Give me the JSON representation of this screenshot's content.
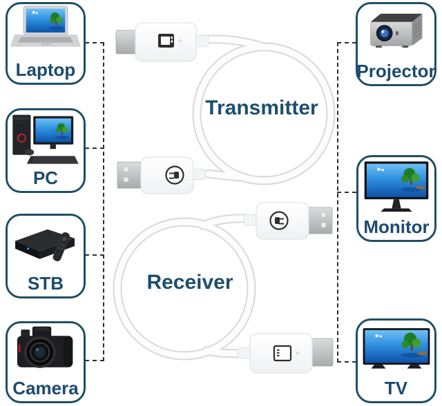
{
  "diagram": {
    "sources": [
      {
        "label": "Laptop",
        "image": "laptop"
      },
      {
        "label": "PC",
        "image": "desktop-pc"
      },
      {
        "label": "STB",
        "image": "set-top-box"
      },
      {
        "label": "Camera",
        "image": "dslr-camera"
      }
    ],
    "displays": [
      {
        "label": "Projector",
        "image": "projector"
      },
      {
        "label": "Monitor",
        "image": "monitor"
      },
      {
        "label": "TV",
        "image": "tv"
      }
    ],
    "transmitter_label": "Transmitter",
    "receiver_label": "Receiver"
  },
  "icons": {
    "hdmi_port_icon": "hdmi-port",
    "power_plug_icon": "power-plug",
    "display_icon": "display-screen"
  },
  "colors": {
    "box_border": "#1f4f66",
    "label_text": "#1c4b6e",
    "connector_dash": "#2d2d2d",
    "cable_white": "#fdfdfd",
    "cable_edge": "#d8d9db",
    "screen_blue": "#2f8fe0",
    "island_green": "#2c8c2c"
  }
}
